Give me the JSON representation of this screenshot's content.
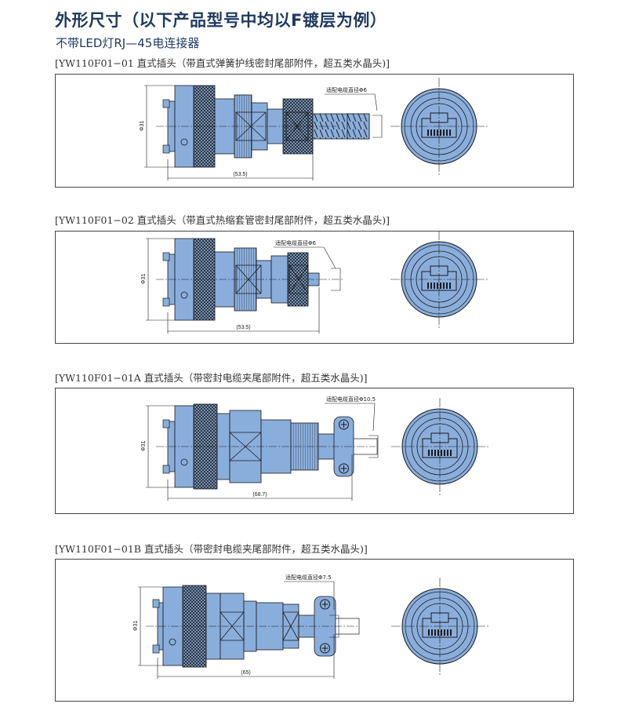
{
  "header": {
    "title": "外形尺寸（以下产品型号中均以F镀层为例）",
    "subtitle": "不带LED灯RJ—45电连接器"
  },
  "colors": {
    "title": "#1f3a5f",
    "part_fill": "#8aaedc",
    "stroke": "#1a1a1a"
  },
  "sections": [
    {
      "caption": "[YW110F01−01  直式插头（带直式弹簧护线密封尾部附件，超五类水晶头)]",
      "cable_label": "适配电缆直径Φ6",
      "diameter_label": "Φ31",
      "length_label": "(53.5)"
    },
    {
      "caption": "[YW110F01−02  直式插头（带直式热缩套管密封尾部附件，超五类水晶头)]",
      "cable_label": "适配电缆直径Φ6",
      "diameter_label": "Φ31",
      "length_label": "(53.5)"
    },
    {
      "caption": "[YW110F01−01A  直式插头（带密封电缆夹尾部附件，超五类水晶头)]",
      "cable_label": "适配电缆直径Φ10.5",
      "diameter_label": "Φ31",
      "length_label": "(68.7)"
    },
    {
      "caption": "[YW110F01−01B  直式插头（带密封电缆夹尾部附件，超五类水晶头)]",
      "cable_label": "适配电缆直径Φ7.5",
      "diameter_label": "Φ31",
      "length_label": "(65)"
    }
  ]
}
